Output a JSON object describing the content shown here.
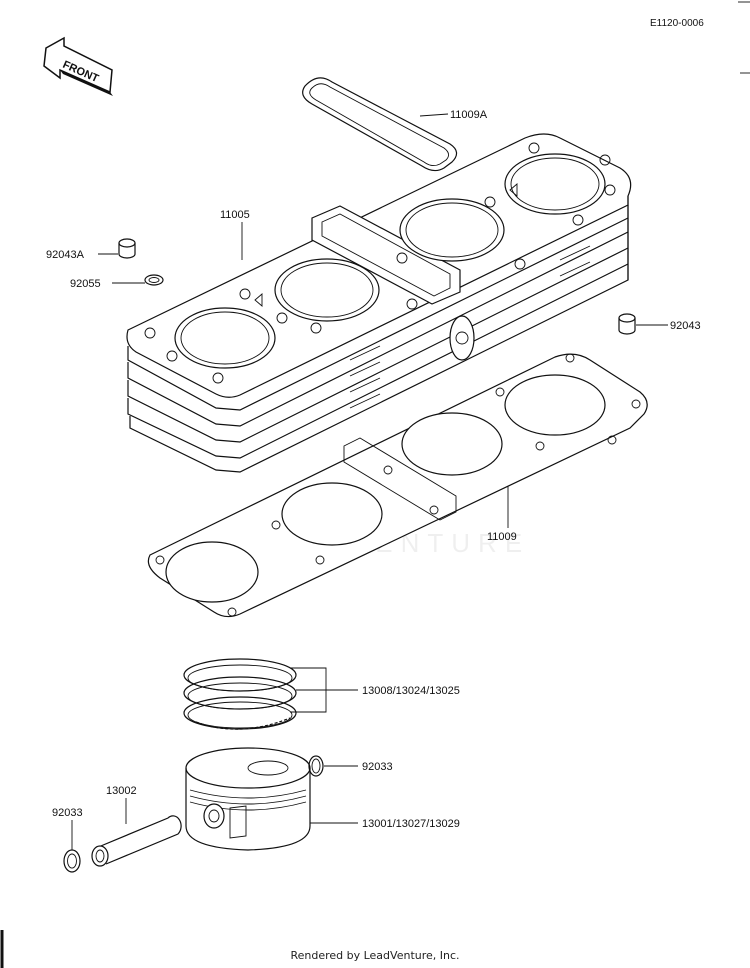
{
  "diagram_code": "E1120-0006",
  "front_arrow_label": "FRONT",
  "watermark": "LEADVENTURE",
  "footer": "Rendered by LeadVenture, Inc.",
  "callouts": {
    "head_cover_gasket": "11009A",
    "cylinder_block": "11005",
    "dowel_pin_a": "92043A",
    "o_ring": "92055",
    "dowel_pin": "92043",
    "base_gasket": "11009",
    "piston_ring_set": "13008/13024/13025",
    "circlip_right": "92033",
    "piston_pin": "13002",
    "circlip_left": "92033",
    "piston": "13001/13027/13029"
  }
}
